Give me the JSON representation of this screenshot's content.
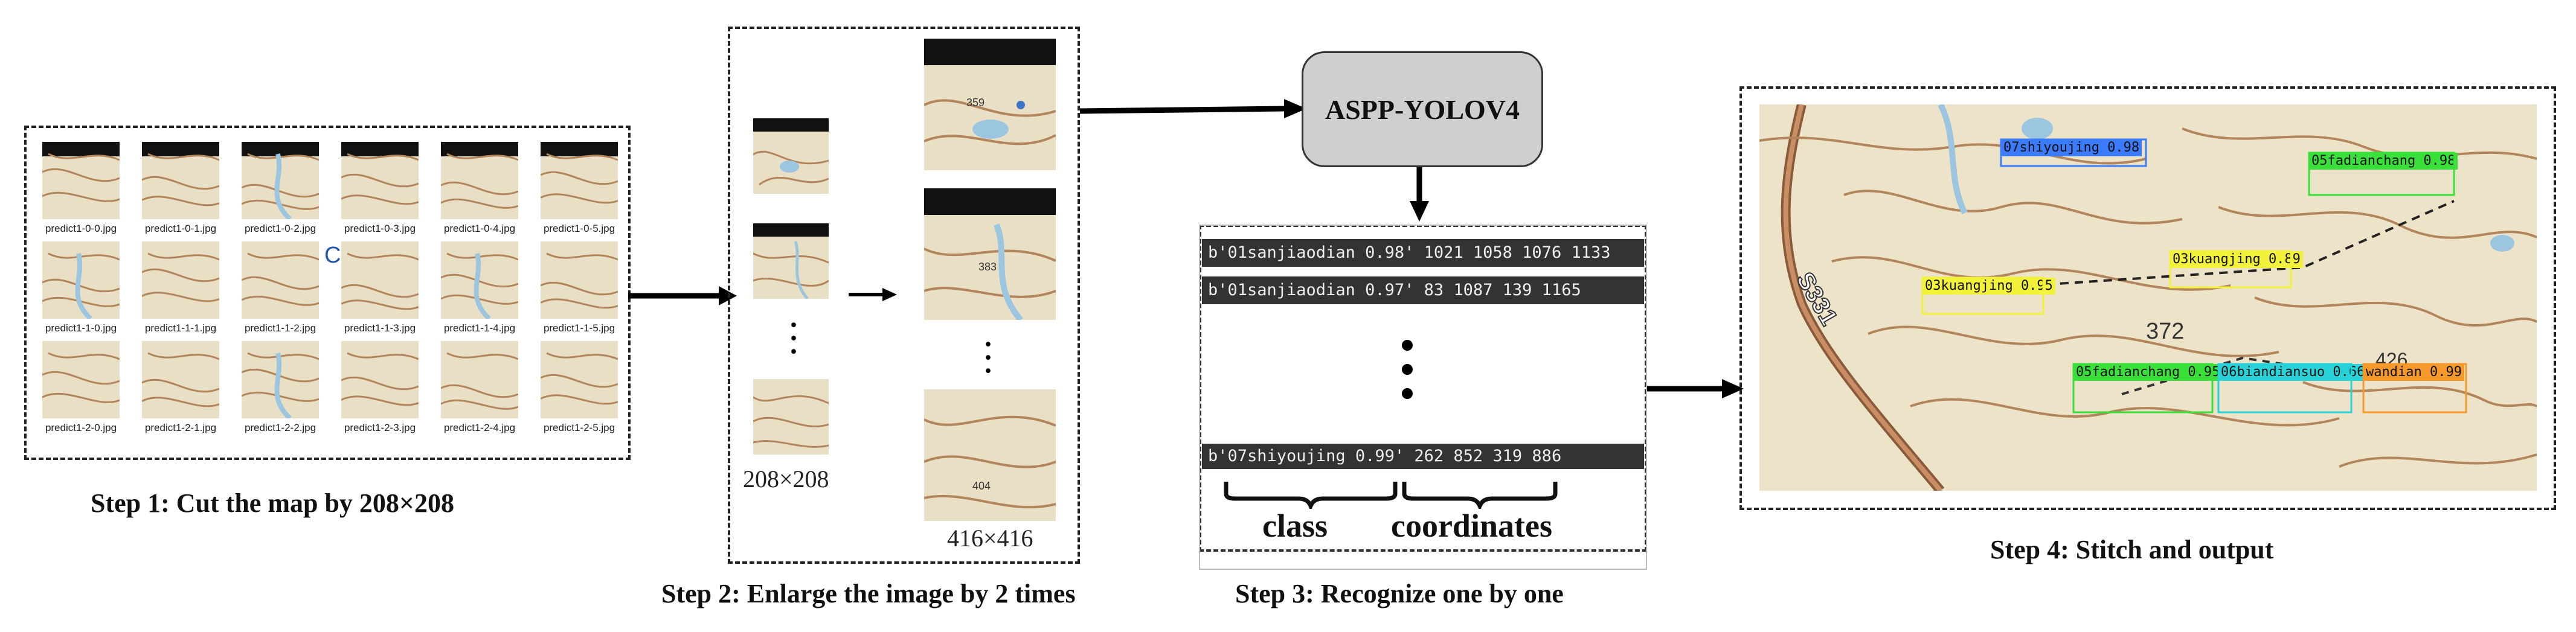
{
  "step1": {
    "caption": "Step 1: Cut the map by 208×208",
    "tiles": [
      "predict1-0-0.jpg",
      "predict1-0-1.jpg",
      "predict1-0-2.jpg",
      "predict1-0-3.jpg",
      "predict1-0-4.jpg",
      "predict1-0-5.jpg",
      "predict1-1-0.jpg",
      "predict1-1-1.jpg",
      "predict1-1-2.jpg",
      "predict1-1-3.jpg",
      "predict1-1-4.jpg",
      "predict1-1-5.jpg",
      "predict1-2-0.jpg",
      "predict1-2-1.jpg",
      "predict1-2-2.jpg",
      "predict1-2-3.jpg",
      "predict1-2-4.jpg",
      "predict1-2-5.jpg"
    ],
    "cursor_glyph": "C"
  },
  "step2": {
    "caption": "Step 2: Enlarge the image by 2 times",
    "small_size": "208×208",
    "large_size": "416×416",
    "map_label_1": "359",
    "map_label_2": "383",
    "map_label_3": "404"
  },
  "model": {
    "name": "ASPP-YOLOV4"
  },
  "step3": {
    "caption": "Step 3: Recognize one by one",
    "lines": [
      "b'01sanjiaodian 0.98' 1021 1058 1076 1133",
      "b'01sanjiaodian 0.97' 83 1087 139 1165",
      "b'07shiyoujing 0.99' 262 852 319 886"
    ],
    "brace_class": "class",
    "brace_coordinates": "coordinates"
  },
  "step4": {
    "caption": "Step 4: Stitch and output",
    "road_label": "S331",
    "elevation_1": "372",
    "elevation_2": "426",
    "detections": [
      {
        "label": "07shiyoujing 0.98",
        "color": "#3b7cff"
      },
      {
        "label": "05fadianchang 0.98",
        "color": "#39e03a"
      },
      {
        "label": "03kuangjing 0.89",
        "color": "#f2f23a"
      },
      {
        "label": "03kuangjing 0.95",
        "color": "#f2f23a"
      },
      {
        "label": "05fadianchang 0.95",
        "color": "#39e03a"
      },
      {
        "label": "06biandiansuo 0.66",
        "color": "#27d3d8"
      },
      {
        "label": "wandian 0.99",
        "color": "#f59a2a"
      }
    ]
  }
}
